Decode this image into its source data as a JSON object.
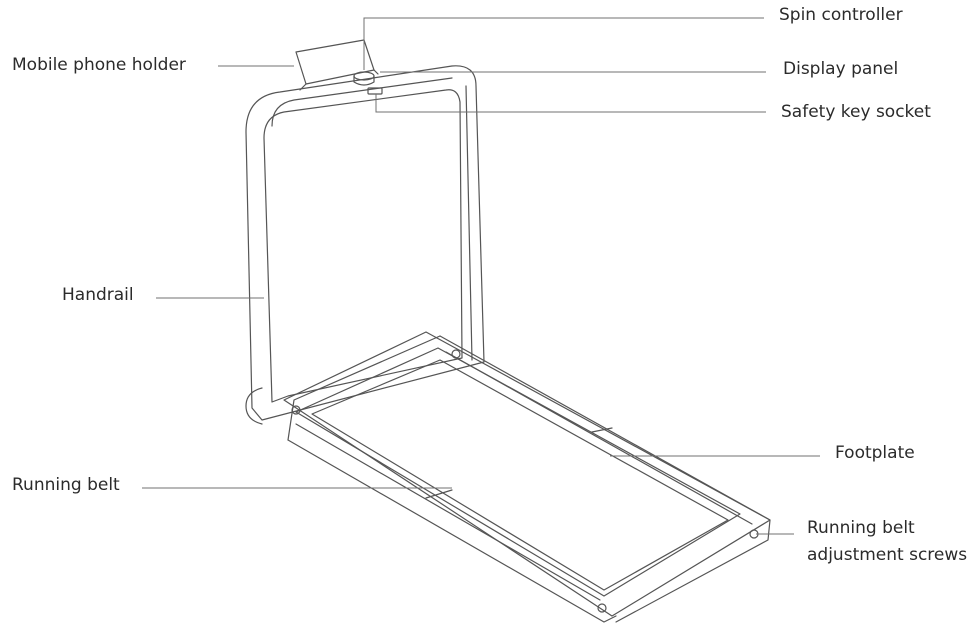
{
  "labels": {
    "spin_controller": "Spin controller",
    "mobile_phone_holder": "Mobile phone holder",
    "display_panel": "Display panel",
    "safety_key_socket": "Safety key socket",
    "handrail": "Handrail",
    "footplate": "Footplate",
    "running_belt": "Running belt",
    "adjustment_screws_line1": "Running belt",
    "adjustment_screws_line2": "adjustment screws"
  },
  "colors": {
    "ink": "#555555",
    "leader": "#707070",
    "text": "#2b2b2b"
  }
}
